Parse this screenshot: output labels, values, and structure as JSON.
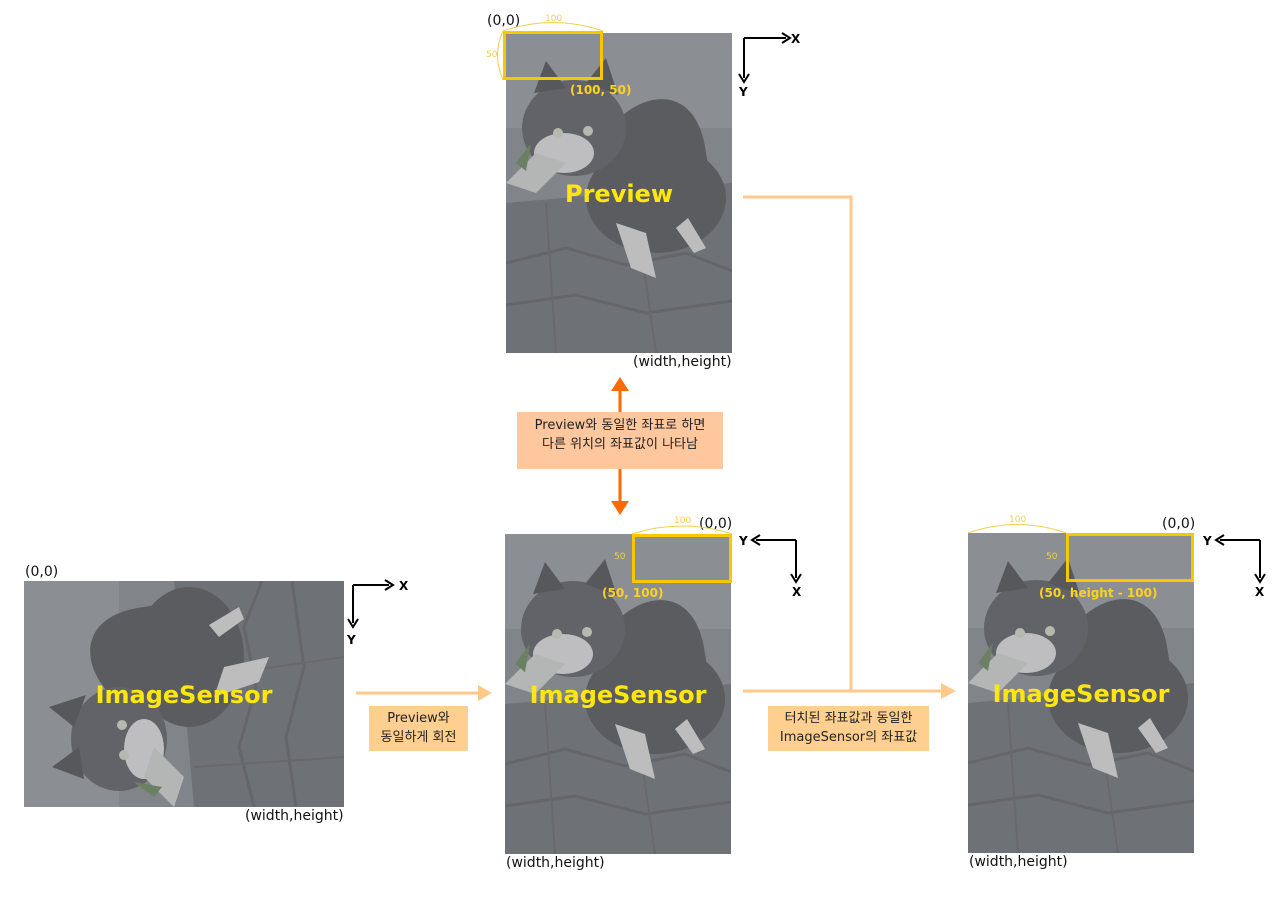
{
  "origin_label": "(0,0)",
  "end_label": "(width,height)",
  "axis": {
    "x": "X",
    "y": "Y"
  },
  "colors": {
    "photo_overlay": "#8c8c8c",
    "label_yellow": "#ffe60f",
    "selection_border": "#f7c800",
    "flow_arrow": "#ffc98a",
    "double_arrow": "#ff6a00",
    "note_peach": "#ffc79e",
    "note_light": "#ffcf8f"
  },
  "preview": {
    "title": "Preview",
    "selection": {
      "coord": "(100, 50)",
      "width_label": "100",
      "height_label": "50"
    }
  },
  "sensor_raw": {
    "title": "ImageSensor"
  },
  "sensor_rotated": {
    "title": "ImageSensor",
    "selection": {
      "coord": "(50, 100)",
      "width_label": "100",
      "height_label": "50"
    }
  },
  "sensor_final": {
    "title": "ImageSensor",
    "selection": {
      "coord": "(50, height - 100)",
      "width_label": "100",
      "height_label": "50"
    }
  },
  "notes": {
    "mismatch": [
      "Preview와 동일한 좌표로 하면",
      "다른 위치의 좌표값이 나타남"
    ],
    "rotate": [
      "Preview와",
      "동일하게 회전"
    ],
    "touched": [
      "터치된 좌표값과 동일한",
      "ImageSensor의 좌표값"
    ]
  }
}
